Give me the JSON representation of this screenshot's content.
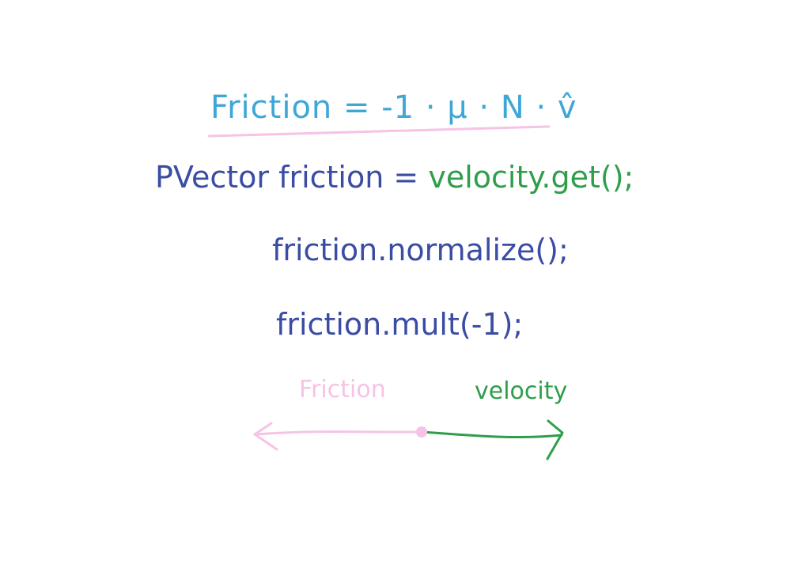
{
  "colors": {
    "formula": "#3fa7d6",
    "code": "#3a4ca3",
    "velocity": "#2f9e4a",
    "friction": "#f6c3e6"
  },
  "formula": {
    "text": "Friction = -1 · μ · N · v̂"
  },
  "code": {
    "line1_prefix": "PVector friction = ",
    "line1_call": "velocity.get();",
    "line2": "friction.normalize();",
    "line3": "friction.mult(-1);"
  },
  "diagram": {
    "friction_label": "Friction",
    "velocity_label": "velocity"
  }
}
